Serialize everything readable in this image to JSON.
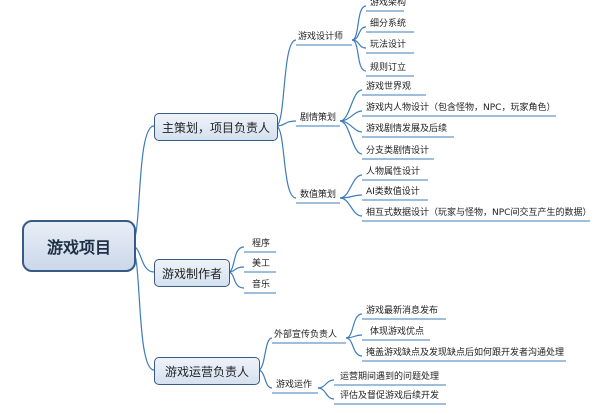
{
  "root": "游戏项目",
  "branches": [
    {
      "label": "主策划，项目负责人",
      "children": [
        {
          "label": "游戏设计师",
          "items": [
            "游戏架构",
            "细分系统",
            "玩法设计",
            "规则订立"
          ]
        },
        {
          "label": "剧情策划",
          "items": [
            "游戏世界观",
            "游戏内人物设计（包含怪物，NPC，玩家角色）",
            "游戏剧情发展及后续",
            "分支类剧情设计"
          ]
        },
        {
          "label": "数值策划",
          "items": [
            "人物属性设计",
            "AI类数值设计",
            "相互式数据设计（玩家与怪物，NPC间交互产生的数据）"
          ]
        }
      ]
    },
    {
      "label": "游戏制作者",
      "children": [
        {
          "label": "程序",
          "items": []
        },
        {
          "label": "美工",
          "items": []
        },
        {
          "label": "音乐",
          "items": []
        }
      ]
    },
    {
      "label": "游戏运营负责人",
      "children": [
        {
          "label": "外部宣传负责人",
          "items": [
            "游戏最新消息发布",
            "体现游戏优点",
            "掩盖游戏缺点及发现缺点后如何跟开发者沟通处理"
          ]
        },
        {
          "label": "游戏运作",
          "items": [
            "运营期间遇到的问题处理",
            "评估及督促游戏后续开发"
          ]
        }
      ]
    }
  ]
}
